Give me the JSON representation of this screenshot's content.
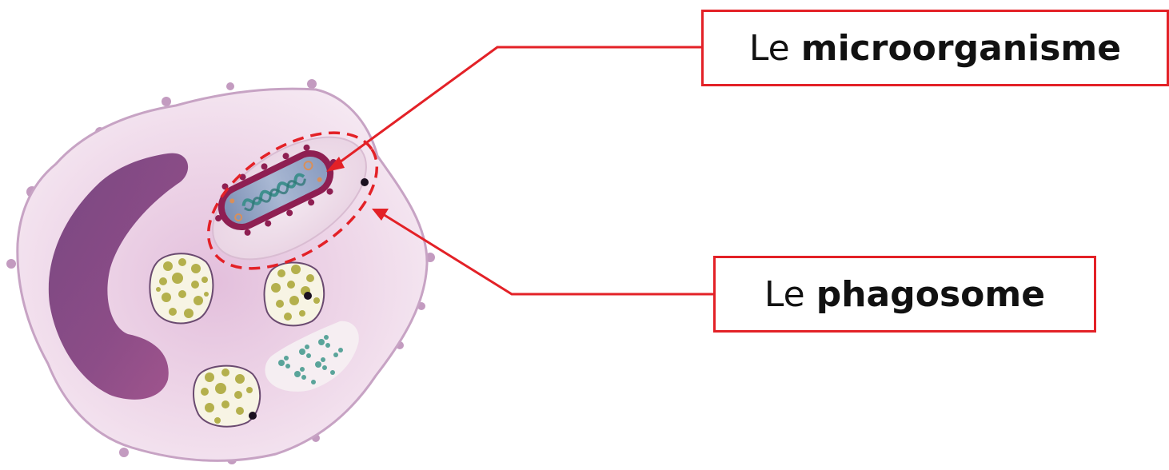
{
  "labels": {
    "microorganism": {
      "prefix": "Le",
      "term": "microorganisme"
    },
    "phagosome": {
      "prefix": "Le",
      "term": "phagosome"
    }
  },
  "colors": {
    "annotation_red": "#e32127",
    "cell_membrane": "#c7a3c4",
    "cytoplasm": "#f0dceb",
    "nucleus": "#7a3f7b",
    "bacterium_wall": "#8e1f52",
    "bacterium_body": "#8ea0bf",
    "granule_fill": "#f7f4e4",
    "granule_dots": "#b4b04c",
    "vesicle_dots": "#5aa49a"
  },
  "icons": {
    "cell": "phagocyte-cell-illustration",
    "bacterium": "rod-bacterium",
    "granule": "granule-vesicle"
  }
}
